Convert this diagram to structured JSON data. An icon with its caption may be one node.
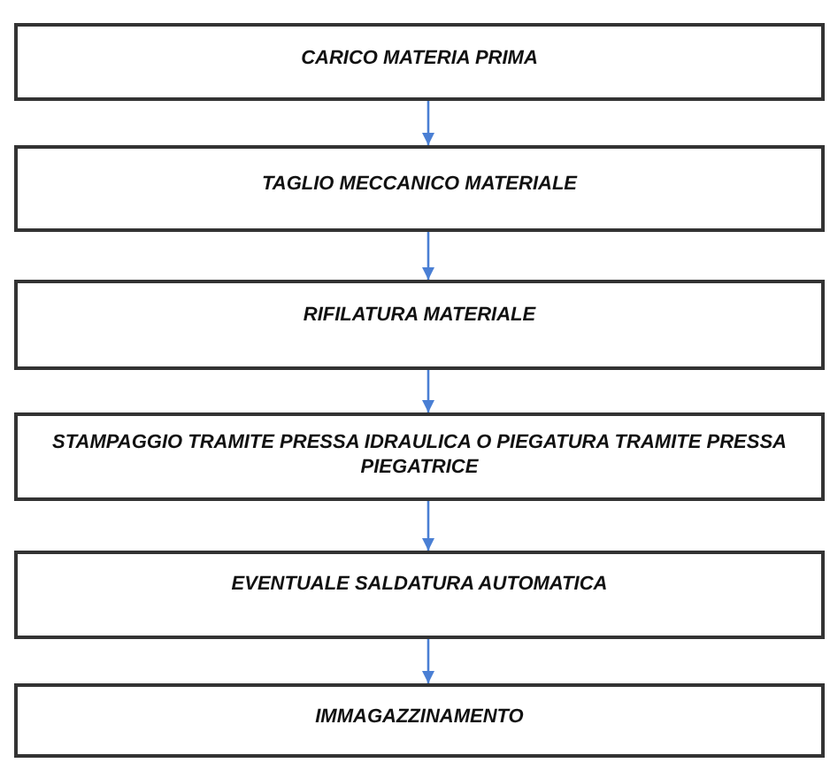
{
  "diagram": {
    "nodes": [
      {
        "text": [
          "CARICO MATERIA PRIMA"
        ]
      },
      {
        "text": [
          "TAGLIO MECCANICO MATERIALE"
        ]
      },
      {
        "text": [
          "RIFILATURA MATERIALE"
        ]
      },
      {
        "text": [
          "STAMPAGGIO TRAMITE PRESSA IDRAULICA O PIEGATURA TRAMITE PRESSA PIEGATRICE"
        ]
      },
      {
        "text": [
          "EVENTUALE SALDATURA AUTOMATICA"
        ]
      },
      {
        "text": [
          "IMMAGAZZINAMENTO"
        ]
      }
    ],
    "edges": [
      {
        "from": 0,
        "to": 1,
        "arrow": "to"
      },
      {
        "from": 1,
        "to": 2,
        "arrow": "to"
      },
      {
        "from": 2,
        "to": 3,
        "arrow": "to"
      },
      {
        "from": 3,
        "to": 4,
        "arrow": "to"
      },
      {
        "from": 4,
        "to": 5,
        "arrow": "to"
      }
    ]
  }
}
